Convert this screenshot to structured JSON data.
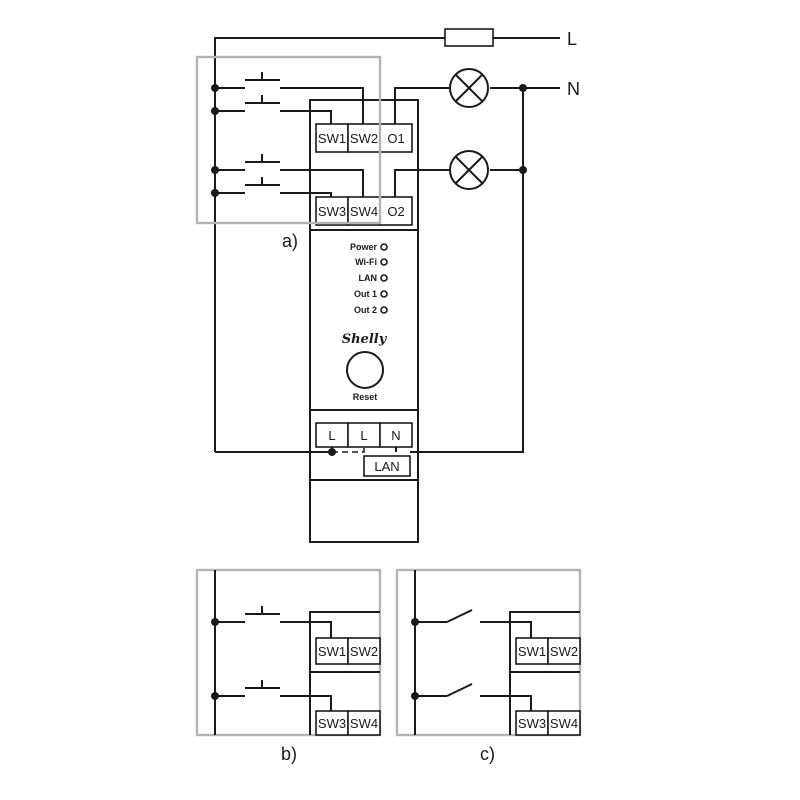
{
  "supply": {
    "line_label": "L",
    "neutral_label": "N"
  },
  "module_top": {
    "terminals_row1": [
      "SW1",
      "SW2",
      "O1"
    ],
    "terminals_row2": [
      "SW3",
      "SW4",
      "O2"
    ]
  },
  "leds": [
    "Power",
    "Wi-Fi",
    "LAN",
    "Out 1",
    "Out 2"
  ],
  "brand": "Shelly",
  "reset_label": "Reset",
  "module_bottom": {
    "power_terminals": [
      "L",
      "L",
      "N"
    ],
    "lan_label": "LAN"
  },
  "panels": {
    "a": "a)",
    "b": {
      "label": "b)",
      "terminals_row1": [
        "SW1",
        "SW2"
      ],
      "terminals_row2": [
        "SW3",
        "SW4"
      ]
    },
    "c": {
      "label": "c)",
      "terminals_row1": [
        "SW1",
        "SW2"
      ],
      "terminals_row2": [
        "SW3",
        "SW4"
      ]
    }
  }
}
